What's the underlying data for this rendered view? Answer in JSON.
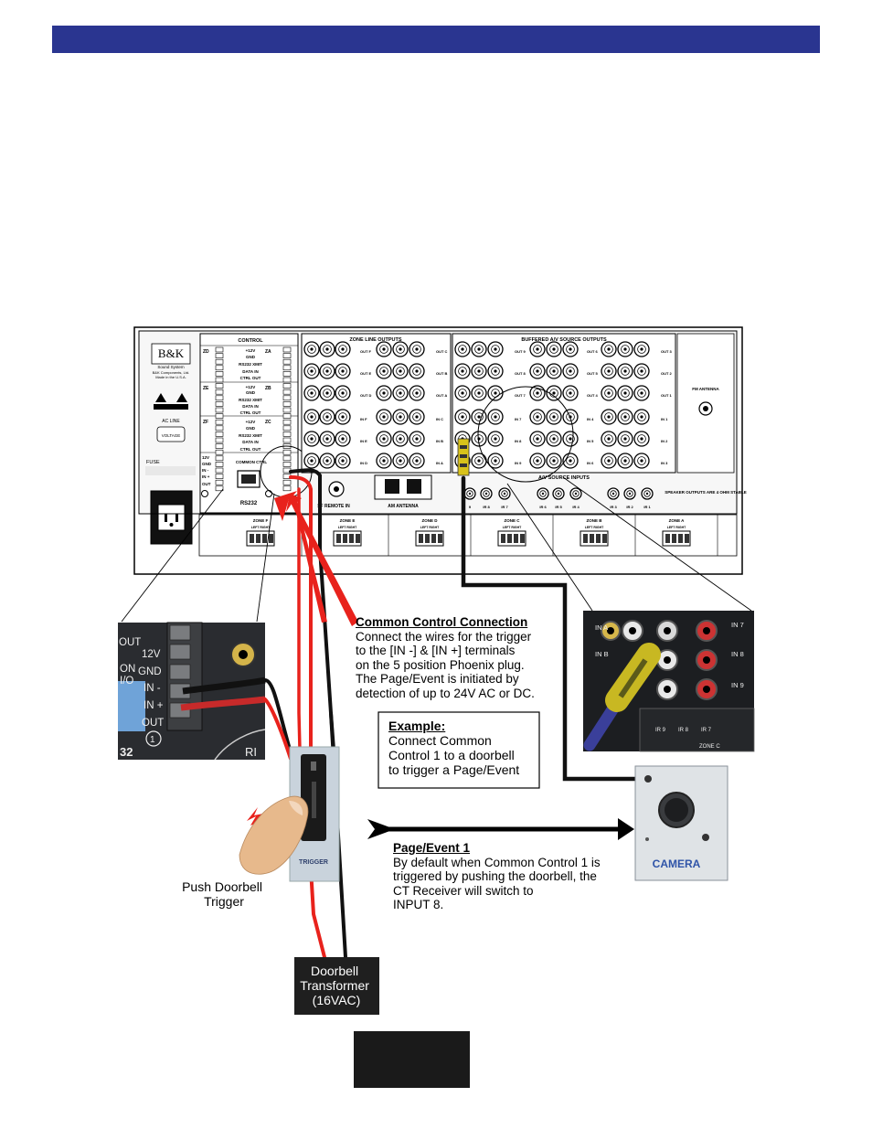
{
  "receiver": {
    "brand": "B&K",
    "brand_sub": "Sound System",
    "brand_company": "B&K Components, Ltd.",
    "brand_made": "Made in the U.S.A.",
    "control_title": "CONTROL",
    "zone_line_outputs_title": "ZONE LINE OUTPUTS",
    "buffered_title": "BUFFERED A/V SOURCE OUTPUTS",
    "av_source_inputs_title": "A/V SOURCE INPUTS",
    "fm_antenna": "FM ANTENNA",
    "am_antenna": "AM ANTENNA",
    "remote_in": "SF REMOTE IN",
    "rs232": "RS232",
    "ac_line": "AC LINE",
    "voltage": "VOLTAGE",
    "fuse": "FUSE",
    "speaker_outputs_note": "SPEAKER OUTPUTS ARE 4 OHM STABLE",
    "common_ctrl": "COMMON CTRL",
    "control_rows": [
      {
        "zone": "ZD",
        "lines": [
          "+12V",
          "GND",
          "RS232 XMIT",
          "DATA IN",
          "CTRL OUT"
        ],
        "right": "ZA"
      },
      {
        "zone": "ZE",
        "lines": [
          "+12V",
          "GND",
          "RS232 XMIT",
          "DATA IN",
          "CTRL OUT"
        ],
        "right": "ZB"
      },
      {
        "zone": "ZF",
        "lines": [
          "+12V",
          "GND",
          "RS232 XMIT",
          "DATA IN",
          "CTRL OUT"
        ],
        "right": "ZC"
      }
    ],
    "common_pins": [
      "12V",
      "GND",
      "IN -",
      "IN +",
      "OUT"
    ],
    "zone_outputs_labels": [
      "OUT F",
      "OUT C",
      "OUT E",
      "OUT B",
      "OUT D",
      "OUT A"
    ],
    "zone_inputs_labels": [
      "IN F",
      "IN C",
      "IN E",
      "IN B",
      "IN D",
      "IN A"
    ],
    "buffered_out_labels": [
      "OUT 9",
      "OUT 6",
      "OUT 3",
      "OUT 8",
      "OUT 5",
      "OUT 2",
      "OUT 7",
      "OUT 4",
      "OUT 1"
    ],
    "buffered_in_labels": [
      "IN 7",
      "IN 4",
      "IN 1",
      "IN 8",
      "IN 5",
      "IN 2",
      "IN 9",
      "IN 6",
      "IN 3"
    ],
    "ir_labels": [
      "9",
      "IR 8",
      "IR 7",
      "IR 6",
      "IR 5",
      "IR 4",
      "IR 3",
      "IR 2",
      "IR 1"
    ],
    "speaker_zones": [
      {
        "name": "ZONE F",
        "sub": "LEFT  RIGHT"
      },
      {
        "name": "ZONE E",
        "sub": "LEFT  RIGHT"
      },
      {
        "name": "ZONE D",
        "sub": "LEFT  RIGHT"
      },
      {
        "name": "ZONE C",
        "sub": "LEFT  RIGHT"
      },
      {
        "name": "ZONE B",
        "sub": "LEFT  RIGHT"
      },
      {
        "name": "ZONE A",
        "sub": "LEFT  RIGHT"
      }
    ]
  },
  "zoom_left": {
    "labels": [
      "OUT",
      "12V",
      "ON",
      "GND",
      "I/O",
      "IN -",
      "IN +",
      "OUT",
      "1",
      "32",
      "RI"
    ]
  },
  "zoom_right": {
    "labels": [
      "IN A",
      "IN 7",
      "IN B",
      "IN 8",
      "IN 9",
      "IR 9",
      "IR 8",
      "IR 7",
      "ZONE C"
    ]
  },
  "common_control": {
    "title": "Common Control Connection",
    "lines": [
      "Connect the wires for the trigger",
      "to the [IN -] & [IN +] terminals",
      "on the 5 position Phoenix plug.",
      "The Page/Event is initiated by",
      "detection of up to 24V AC or DC."
    ]
  },
  "example": {
    "title": "Example:",
    "lines": [
      "Connect Common",
      "Control 1 to a doorbell",
      "to trigger a Page/Event"
    ]
  },
  "page_event": {
    "title": "Page/Event 1",
    "lines": [
      "By default when Common Control 1 is",
      "triggered by pushing the doorbell, the",
      "CT Receiver  will switch to",
      "INPUT 8."
    ]
  },
  "doorbell": {
    "trigger_label": "TRIGGER",
    "push_caption": [
      "Push Doorbell",
      "Trigger"
    ]
  },
  "transformer": {
    "lines": [
      "Doorbell",
      "Transformer",
      "(16VAC)"
    ]
  },
  "camera": {
    "label": "CAMERA"
  },
  "colors": {
    "header": "#2a3590",
    "wire_red": "#e8221c",
    "wire_black": "#111111",
    "arrow_red": "#e8221c",
    "panel_bg": "#f0f0f0",
    "camera_label": "#2f54a8"
  }
}
